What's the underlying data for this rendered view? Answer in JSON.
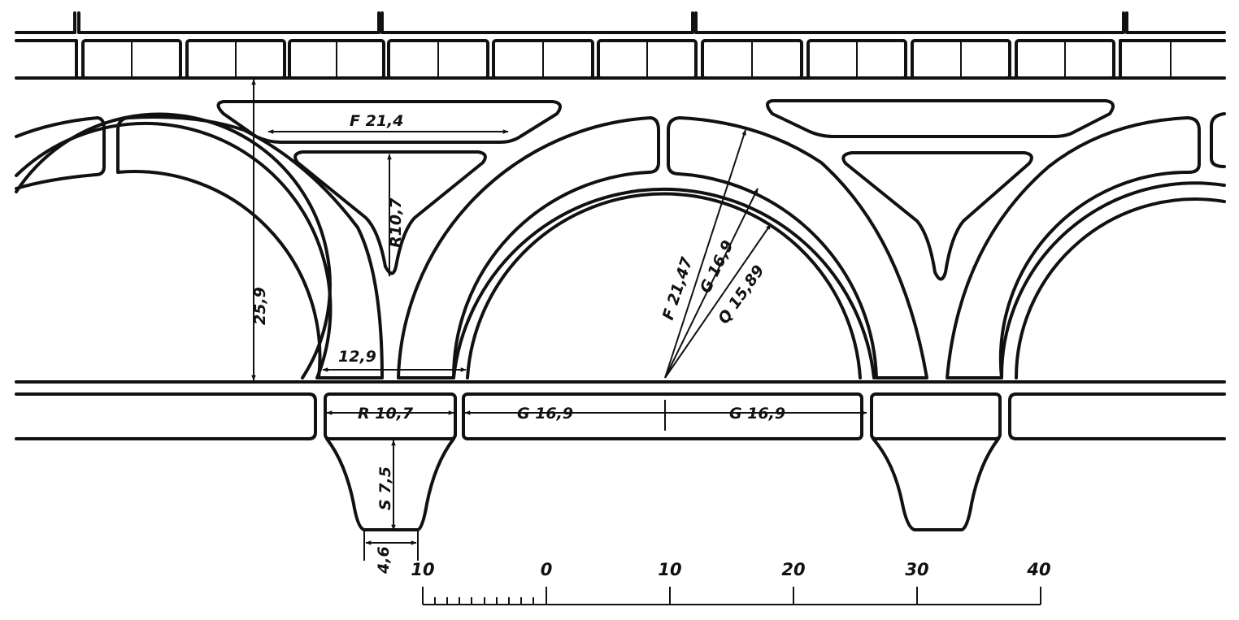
{
  "dimensions": {
    "parapet_height": "25,9",
    "opening_width": "12,9",
    "spandrel_f": "F 21,4",
    "spandrel_r": "R10,7",
    "arch_f": "F 21,47",
    "arch_g": "G 16,9",
    "arch_q": "Q 15,89",
    "pier_r": "R 10,7",
    "half_span_left": "G 16,9",
    "half_span_right": "G 16,9",
    "pier_s": "S 7,5",
    "pier_base": "4,6"
  },
  "scale": {
    "labels": [
      "10",
      "0",
      "10",
      "20",
      "30",
      "40"
    ]
  },
  "colors": {
    "ink": "#111111",
    "paper": "#ffffff"
  }
}
